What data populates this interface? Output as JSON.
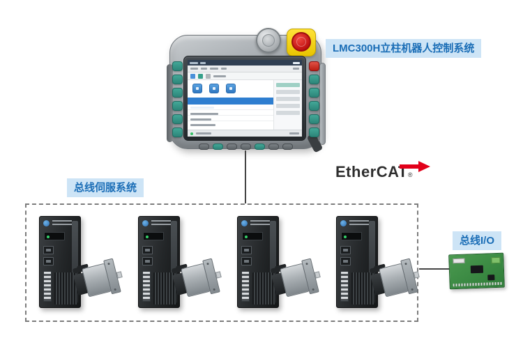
{
  "labels": {
    "controller": "LMC300H立柱机器人控制系统",
    "servo_system": "总线伺服系统",
    "bus_io": "总线I/O"
  },
  "ethercat": {
    "text": "EtherCAT",
    "registered": "®"
  },
  "servo_system": {
    "unit_count": 4,
    "motors_per_drive": 1
  },
  "icons": {
    "ethercat-arrow-icon": "red-right-arrow",
    "emergency-stop-button": "red-round-button-on-yellow-base",
    "selector-knob": "gray-rotary-knob",
    "drive-brand-icon": "blue-circle"
  },
  "colors": {
    "label_bg": "#cde4f6",
    "label_text": "#1a6db6",
    "ethercat_red": "#e2001a",
    "pcb_green": "#3c8c46",
    "estop_red": "#c01212",
    "estop_base_yellow": "#f2d200",
    "pendant_gray": "#9aa0a5",
    "key_teal": "#35a08a",
    "screen_highlight_blue": "#2e7ed0"
  }
}
